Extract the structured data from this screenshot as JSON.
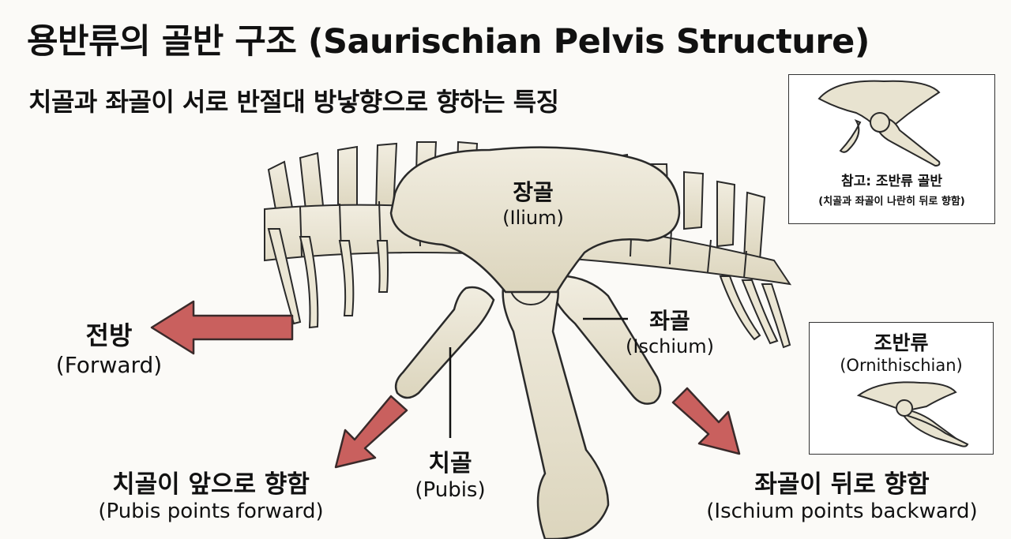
{
  "title": "용반류의 골반 구조 (Saurischian Pelvis Structure)",
  "subtitle": "치골과 좌골이 서로 반절대 방낳향으로 향하는 특징",
  "labels": {
    "ilium": {
      "ko": "장골",
      "en": "(Ilium)"
    },
    "ischium": {
      "ko": "좌골",
      "en": "(Ischium)"
    },
    "pubis": {
      "ko": "치골",
      "en": "(Pubis)"
    },
    "forward": {
      "ko": "전방",
      "en": "(Forward)"
    },
    "pubis_forward": {
      "ko": "치골이 앞으로 향함",
      "en": "(Pubis points forward)"
    },
    "ischium_backward": {
      "ko": "좌골이 뒤로 향함",
      "en": "(Ischium points backward)"
    }
  },
  "reference_bird_hipped": {
    "title": "참고: 조반류 골반",
    "caption": "(치골과 좌골이 나란히 뒤로 향함)"
  },
  "ornithischian": {
    "ko": "조반류",
    "en": "(Ornithischian)"
  },
  "colors": {
    "bone_fill": "#e8e3d0",
    "bone_outline": "#2a2a2a",
    "arrow_fill": "#c9605e",
    "arrow_outline": "#3a2a2a"
  },
  "icons": [
    "forward-arrow-icon",
    "pubis-arrow-icon",
    "ischium-arrow-icon"
  ]
}
